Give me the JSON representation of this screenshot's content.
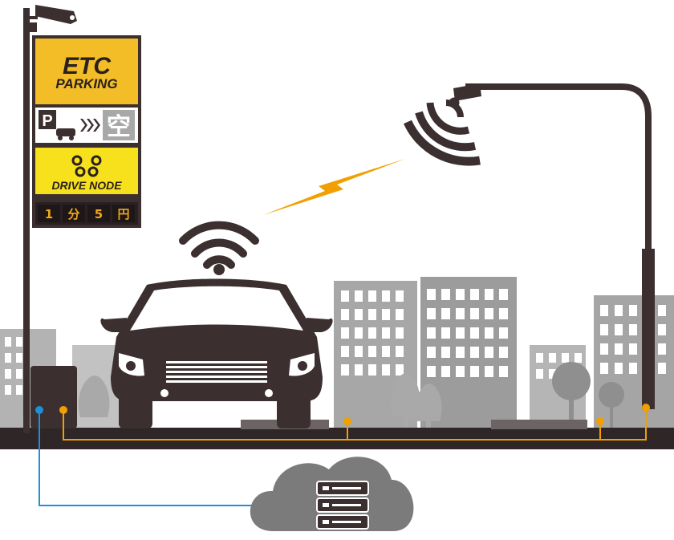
{
  "sign": {
    "etc_line1": "ETC",
    "etc_line2": "PARKING",
    "parking_letter": "P",
    "vacancy_glyph": "空",
    "brand": "DRIVE NODE",
    "rate_cells": [
      "1",
      "分",
      "5",
      "円"
    ]
  },
  "colors": {
    "dark": "#3b2f30",
    "sign_yellow": "#f2bd27",
    "sign_yellow_bright": "#f7e11d",
    "building_gray": "#9c9c9c",
    "building_light": "#b9b9b9",
    "ground": "#2f2627",
    "wire_orange": "#f0a000",
    "wire_blue": "#1f8fd6",
    "lightning": "#f0a000",
    "cloud": "#7b7b7b"
  },
  "icons": [
    "camera-icon",
    "wifi-icon",
    "lightning-icon",
    "server-icon",
    "cloud-icon",
    "car-icon",
    "streetlight-icon"
  ]
}
